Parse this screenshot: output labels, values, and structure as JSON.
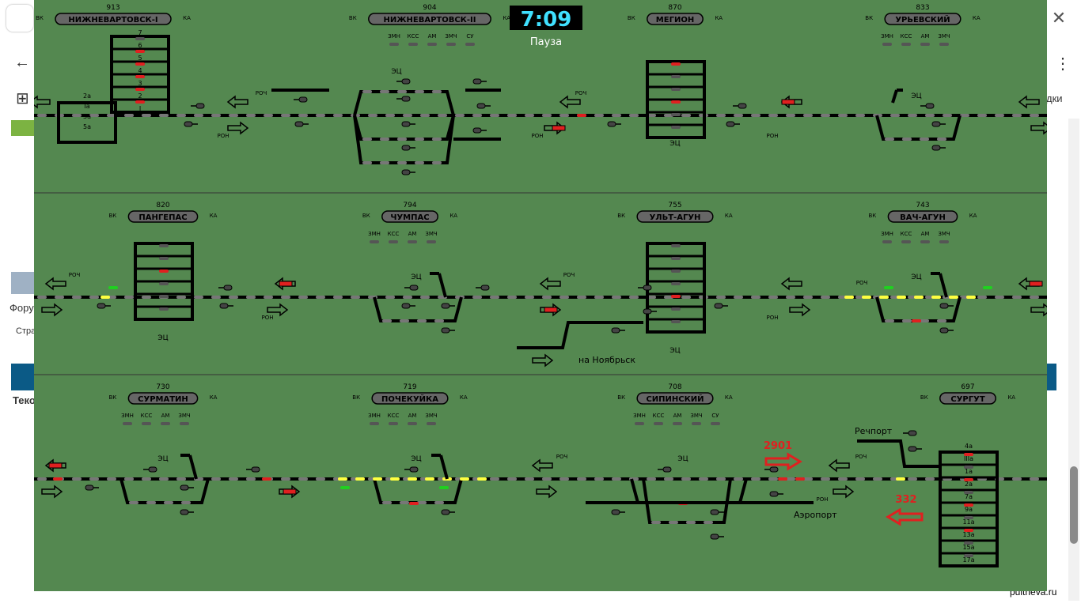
{
  "window": {
    "close_icon": "close-icon",
    "watermark": "pultneva.ru",
    "bg_right_text": "дки",
    "bg_left_texts": [
      "Фору",
      "Стра",
      "Теко"
    ]
  },
  "clock": {
    "time": "7:09",
    "status": "Пауза"
  },
  "stations": [
    {
      "km": "913",
      "name": "НИЖНЕВАРТОВСК-I"
    },
    {
      "km": "904",
      "name": "НИЖНЕВАРТОВСК-II"
    },
    {
      "km": "870",
      "name": "МЕГИОН"
    },
    {
      "km": "833",
      "name": "УРЬЕВСКИЙ"
    },
    {
      "km": "820",
      "name": "ПАНГЕПАС"
    },
    {
      "km": "794",
      "name": "ЧУМПАС"
    },
    {
      "km": "755",
      "name": "УЛЬТ-АГУН"
    },
    {
      "km": "743",
      "name": "ВАЧ-АГУН"
    },
    {
      "km": "730",
      "name": "СУРМАТИН"
    },
    {
      "km": "719",
      "name": "ПОЧЕКУЙКА"
    },
    {
      "km": "708",
      "name": "СИПИНСКИЙ"
    },
    {
      "km": "697",
      "name": "СУРГУТ"
    }
  ],
  "labels": {
    "vk": "ВК",
    "ka": "КА",
    "ecc": "ЭЦ",
    "roch": "РОЧ",
    "ron": "РОН",
    "noyabrsk": "на Ноябрьск",
    "airport": "Аэропорт",
    "rechport": "Речпорт"
  },
  "trains": {
    "t1": "2901",
    "t2": "332"
  },
  "colors": {
    "board": "#548850",
    "red": "#e02020",
    "yellow": "#ffff40",
    "green": "#20d020",
    "lamp": "#555555",
    "track": "#000000"
  }
}
